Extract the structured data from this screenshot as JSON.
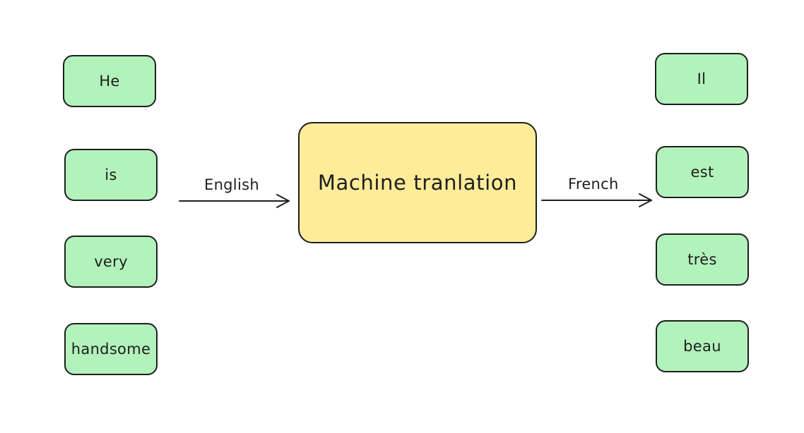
{
  "diagram": {
    "center": {
      "label": "Machine tranlation"
    },
    "input": {
      "language": "English",
      "words": [
        "He",
        "is",
        "very",
        "handsome"
      ]
    },
    "output": {
      "language": "French",
      "words": [
        "Il",
        "est",
        "très",
        "beau"
      ]
    }
  },
  "colors": {
    "word_fill": "#b2f2bb",
    "center_fill": "#ffec99",
    "stroke": "#1e1e1e"
  }
}
